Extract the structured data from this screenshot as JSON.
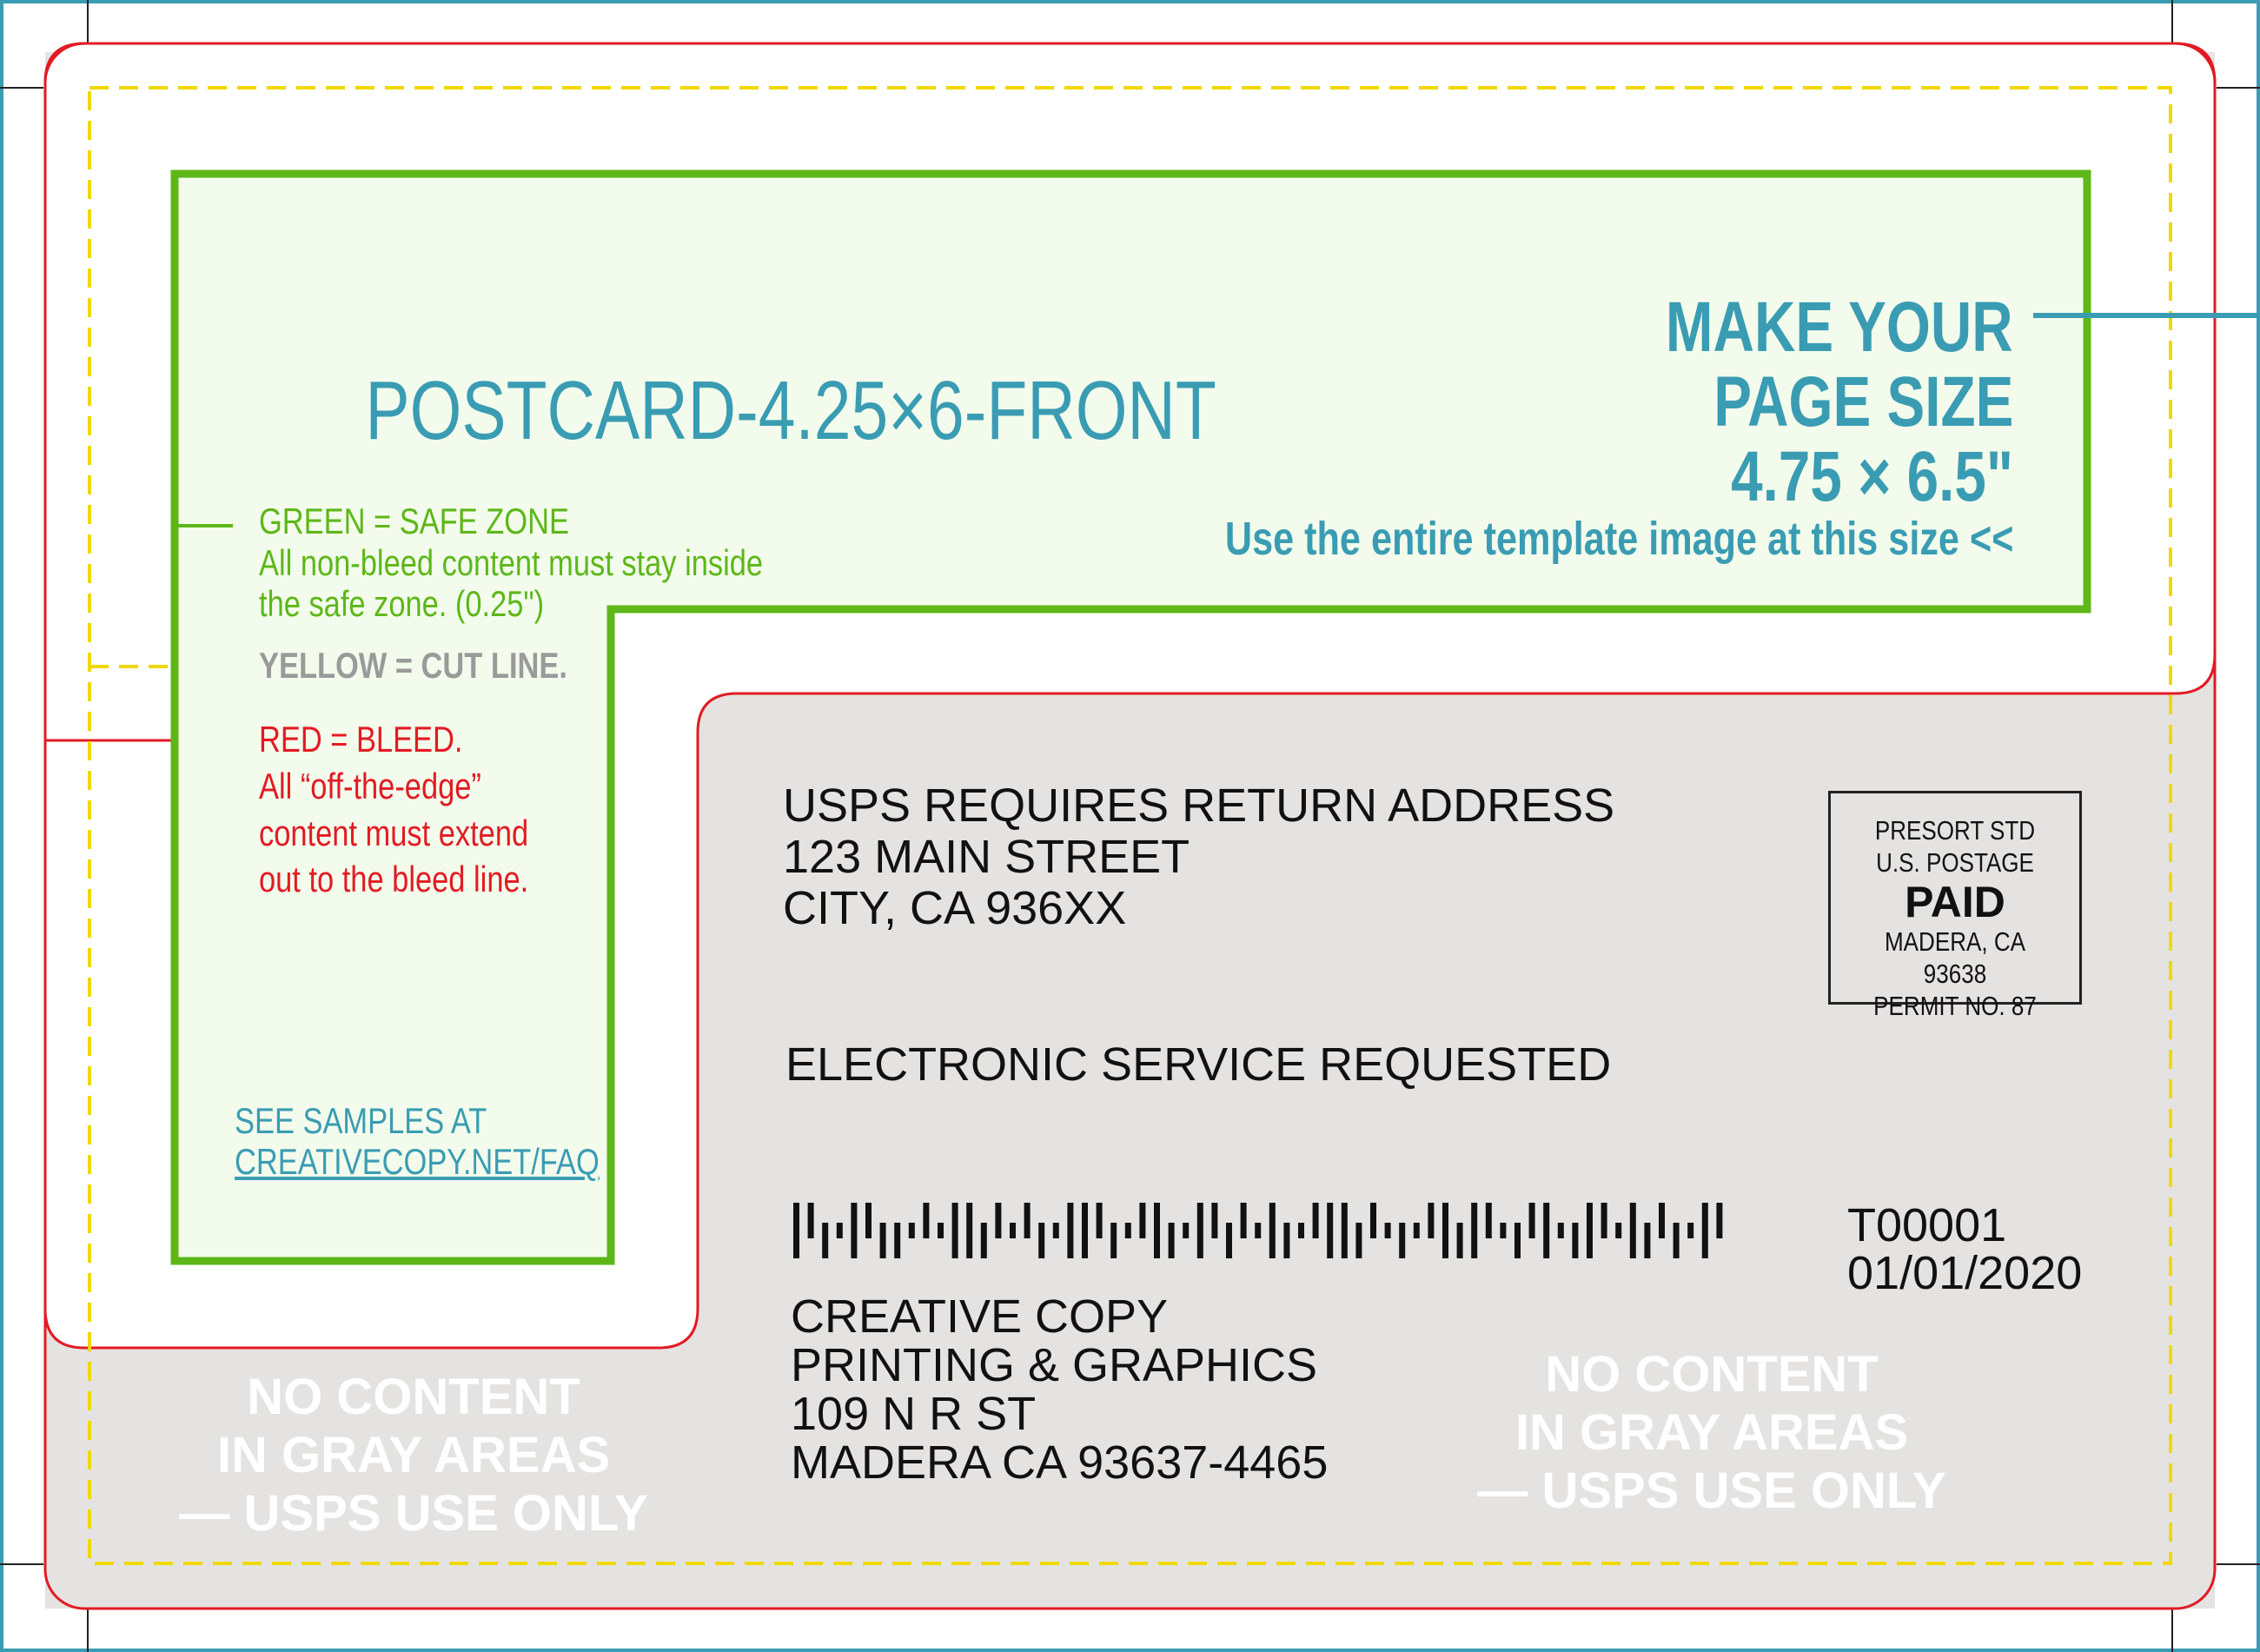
{
  "template": {
    "title": "POSTCARD-4.25×6-FRONT",
    "page_size": {
      "line1": "MAKE YOUR",
      "line2": "PAGE SIZE",
      "line3": "4.75 × 6.5\"",
      "note": "Use the entire template image at this size <<"
    },
    "legend": {
      "green_title": "GREEN = SAFE ZONE",
      "green_line1": "All non-bleed content must stay inside",
      "green_line2": "the safe zone. (0.25\")",
      "yellow": "YELLOW = CUT LINE.",
      "red_title": "RED = BLEED.",
      "red_line1": "All “off-the-edge”",
      "red_line2": "content must extend",
      "red_line3": "out to the bleed line."
    },
    "samples": {
      "line1": "SEE SAMPLES AT",
      "link": "CREATIVECOPY.NET/FAQ"
    },
    "no_content": {
      "line1": "NO CONTENT",
      "line2": "IN GRAY AREAS",
      "line3": "— USPS USE ONLY"
    },
    "colors": {
      "safe_zone": "#5db719",
      "cut_line": "#f0d800",
      "bleed": "#e21b23",
      "accent": "#3a9cb3",
      "usps_area": "#e4e3e2"
    }
  },
  "mail_panel": {
    "return_address": {
      "line1": "USPS REQUIRES RETURN ADDRESS",
      "line2": "123 MAIN STREET",
      "line3": "CITY, CA 936XX"
    },
    "endorsement": "ELECTRONIC SERVICE REQUESTED",
    "indicia": {
      "line1": "PRESORT STD",
      "line2": "U.S. POSTAGE",
      "paid": "PAID",
      "line3": "MADERA, CA 93638",
      "line4": "PERMIT NO. 87"
    },
    "tracking": {
      "id": "T00001",
      "date": "01/01/2020"
    },
    "recipient": {
      "line1": "CREATIVE COPY",
      "line2": "PRINTING & GRAPHICS",
      "line3": "109 N R ST",
      "line4": "MADERA CA 93637-4465"
    },
    "barcode_icon": "intelligent-mail-barcode"
  }
}
